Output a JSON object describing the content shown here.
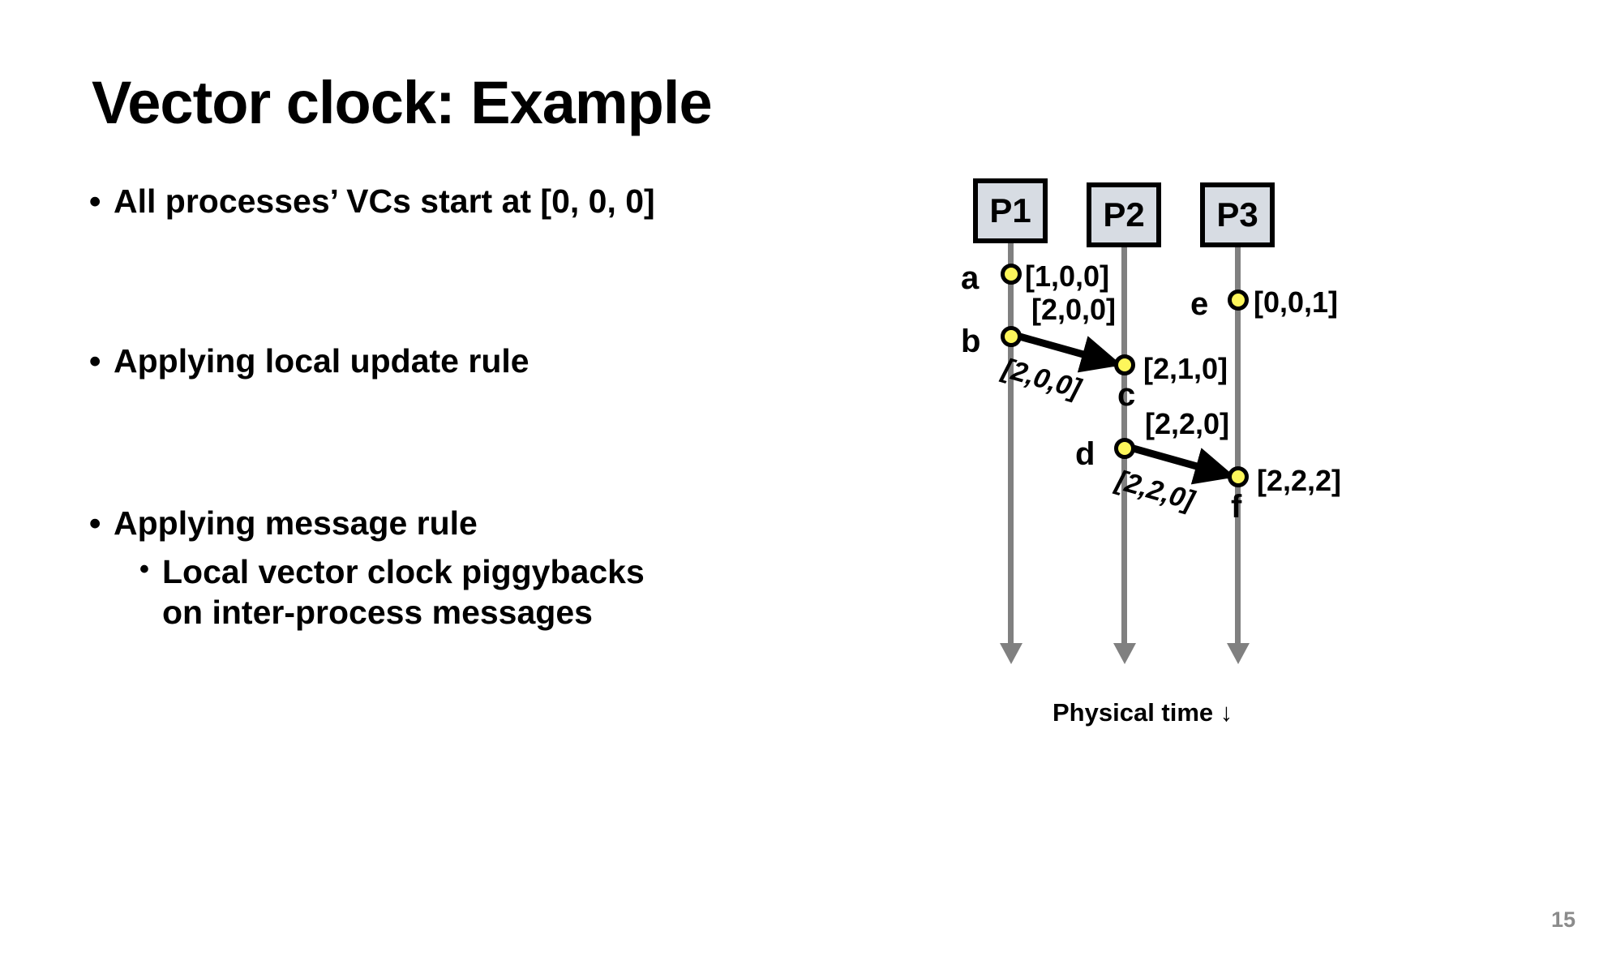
{
  "slide": {
    "title": "Vector clock: Example",
    "page_number": "15",
    "bullet_marker": "•",
    "bullets": [
      {
        "text": "All processes’ VCs start at [0, 0, 0]"
      },
      {
        "text": "Applying local update rule"
      },
      {
        "text": "Applying message rule"
      }
    ],
    "sub_bullets": [
      {
        "line1": "Local vector clock piggybacks",
        "line2": "on inter-process messages"
      }
    ]
  },
  "diagram": {
    "caption": "Physical time ↓",
    "processes": [
      {
        "label": "P1"
      },
      {
        "label": "P2"
      },
      {
        "label": "P3"
      }
    ],
    "events": [
      {
        "name": "a",
        "vc": "[1,0,0]",
        "process": "P1"
      },
      {
        "name": "b",
        "vc": "[2,0,0]",
        "process": "P1"
      },
      {
        "name": "c",
        "vc": "[2,1,0]",
        "process": "P2"
      },
      {
        "name": "d",
        "vc": "[2,2,0]",
        "process": "P2"
      },
      {
        "name": "e",
        "vc": "[0,0,1]",
        "process": "P3"
      },
      {
        "name": "f",
        "vc": "[2,2,2]",
        "process": "P3"
      }
    ],
    "messages": [
      {
        "from": "b",
        "to": "c",
        "label": "[2,0,0]"
      },
      {
        "from": "d",
        "to": "f",
        "label": "[2,2,0]"
      }
    ],
    "colors": {
      "process_box_fill": "#d7dce3",
      "timeline": "#808080",
      "event_dot": "#fdf65b",
      "outline": "#000000",
      "page_number": "#8b8b8b"
    }
  }
}
